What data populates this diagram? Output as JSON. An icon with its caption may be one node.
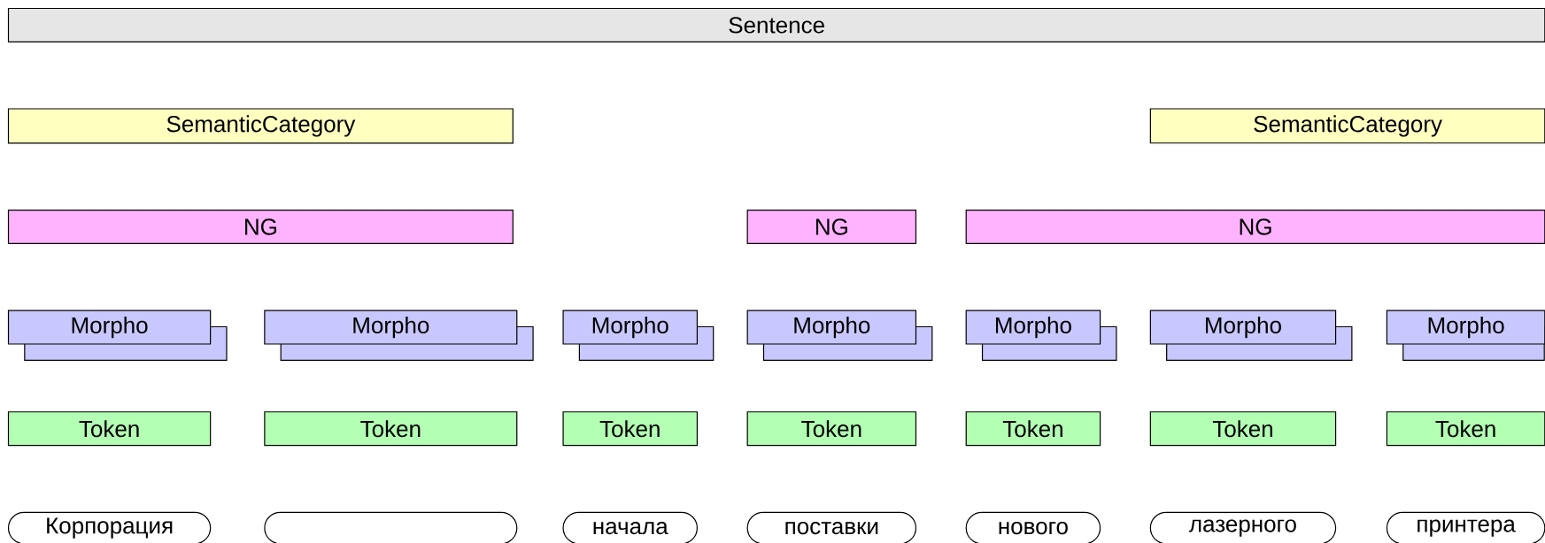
{
  "diagram": {
    "nodes": [
      {
        "text": [
          "Sentence"
        ]
      },
      {
        "text": [
          "SemanticCategory"
        ]
      },
      {
        "text": [
          "SemanticCategory"
        ]
      },
      {
        "text": [
          "NG"
        ]
      },
      {
        "text": [
          "NG"
        ]
      },
      {
        "text": [
          "NG"
        ]
      },
      {
        "text": [
          "Morpho"
        ]
      },
      {
        "text": [
          "Morpho"
        ]
      },
      {
        "text": [
          "Morpho"
        ]
      },
      {
        "text": [
          "Morpho"
        ]
      },
      {
        "text": [
          "Morpho"
        ]
      },
      {
        "text": [
          "Morpho"
        ]
      },
      {
        "text": [
          "Morpho"
        ]
      },
      {
        "text": [
          "Token"
        ]
      },
      {
        "text": [
          "Token"
        ]
      },
      {
        "text": [
          "Token"
        ]
      },
      {
        "text": [
          "Token"
        ]
      },
      {
        "text": [
          "Token"
        ]
      },
      {
        "text": [
          "Token"
        ]
      },
      {
        "text": [
          "Token"
        ]
      },
      {
        "text": [
          "Корпорация"
        ]
      },
      {
        "text": [],
        "shape": "box"
      },
      {
        "text": [
          "начала"
        ]
      },
      {
        "text": [
          "поставки"
        ]
      },
      {
        "text": [
          "нового"
        ]
      },
      {
        "text": [
          "лазерного"
        ]
      },
      {
        "text": [
          "принтера"
        ]
      }
    ]
  }
}
